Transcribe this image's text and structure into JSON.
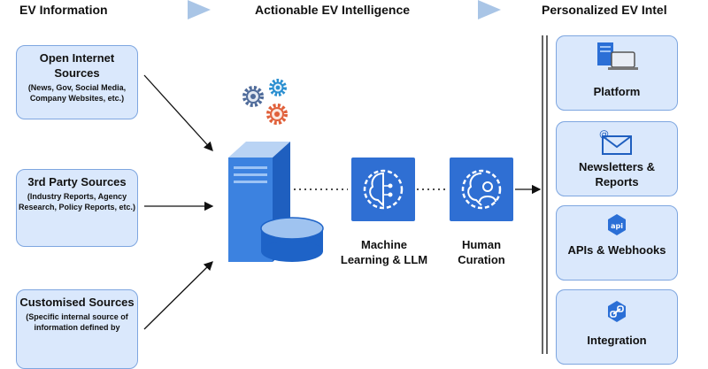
{
  "stages": [
    {
      "text": "EV Information"
    },
    {
      "text": "Actionable EV Intelligence"
    },
    {
      "text": "Personalized EV Intel"
    }
  ],
  "sources": [
    {
      "title": "Open Internet Sources",
      "desc": "(News, Gov, Social Media, Company Websites, etc.)"
    },
    {
      "title": "3rd Party Sources",
      "desc": "(Industry Reports, Agency Research, Policy Reports, etc.)"
    },
    {
      "title": "Customised Sources",
      "desc": "(Specific internal source of information defined by"
    }
  ],
  "processing": {
    "ml_label": "Machine Learning & LLM",
    "human_label": "Human Curation"
  },
  "outputs": [
    {
      "label": "Platform",
      "icon": "platform-icon"
    },
    {
      "label": "Newsletters & Reports",
      "icon": "mail-icon"
    },
    {
      "label": "APIs & Webhooks",
      "icon": "api-icon"
    },
    {
      "label": "Integration",
      "icon": "link-icon"
    }
  ],
  "colors": {
    "box_fill": "#dae8fc",
    "box_border": "#7ea6e0",
    "accent": "#2f6fd3"
  }
}
